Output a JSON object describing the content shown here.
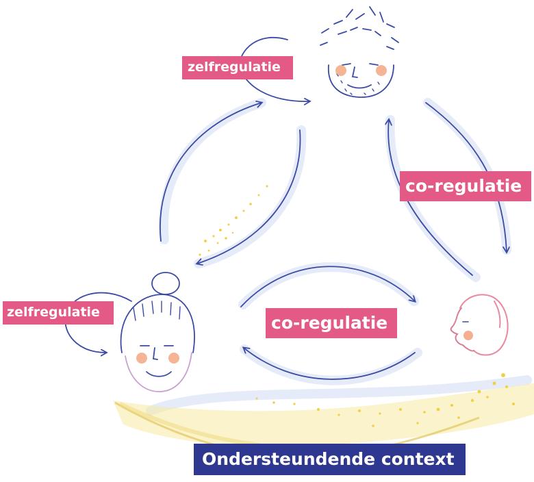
{
  "labels": {
    "zelfregulatie_top": "zelfregulatie",
    "zelfregulatie_left": "zelfregulatie",
    "coregulatie_right": "co-regulatie",
    "coregulatie_center": "co-regulatie",
    "context": "Ondersteundende context"
  },
  "colors": {
    "label_pink": "#e35a86",
    "label_navy": "#2f3890",
    "ink": "#3b4aa3",
    "cheek": "#f2a27a",
    "baby_outline": "#e8899e",
    "ground": "#f5e27a"
  }
}
